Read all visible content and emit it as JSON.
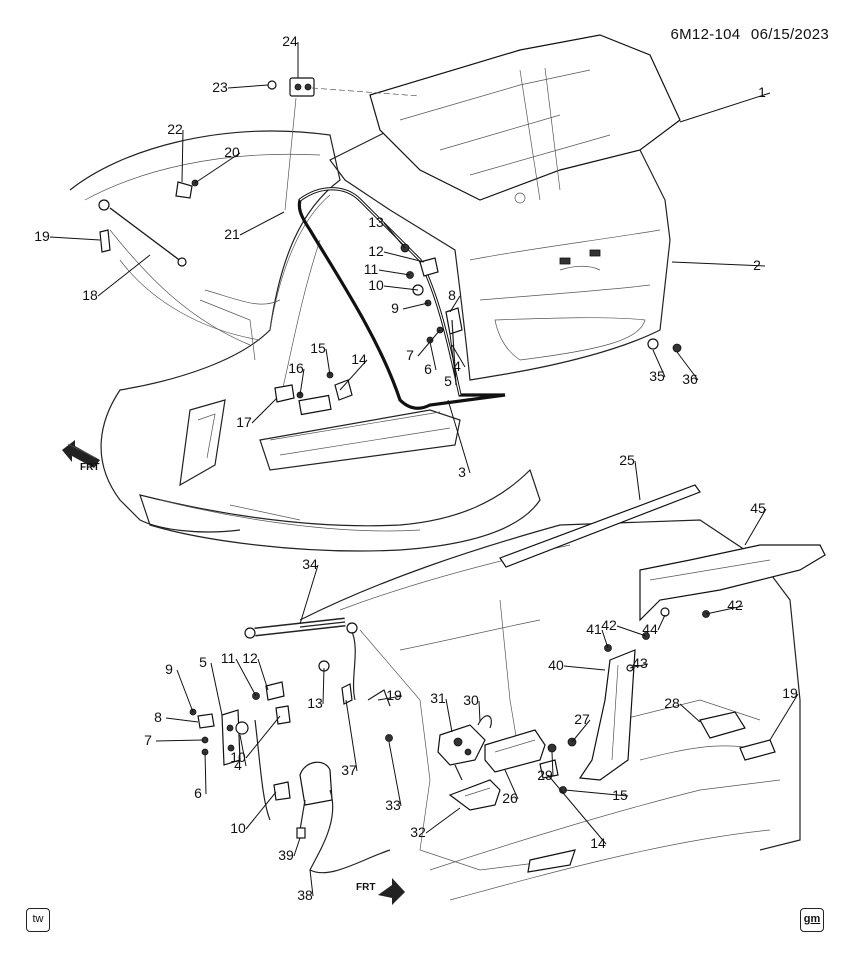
{
  "header": {
    "code": "6M12-104",
    "date": "06/15/2023"
  },
  "badges": {
    "left": "tw",
    "right": "gm"
  },
  "orientation": {
    "arrow_label": "FRT"
  },
  "callouts": [
    {
      "label": "1"
    },
    {
      "label": "2"
    },
    {
      "label": "3"
    },
    {
      "label": "4"
    },
    {
      "label": "5"
    },
    {
      "label": "6"
    },
    {
      "label": "7"
    },
    {
      "label": "8"
    },
    {
      "label": "9"
    },
    {
      "label": "10"
    },
    {
      "label": "11"
    },
    {
      "label": "12"
    },
    {
      "label": "13"
    },
    {
      "label": "14"
    },
    {
      "label": "15"
    },
    {
      "label": "16"
    },
    {
      "label": "17"
    },
    {
      "label": "18"
    },
    {
      "label": "19"
    },
    {
      "label": "20"
    },
    {
      "label": "21"
    },
    {
      "label": "22"
    },
    {
      "label": "23"
    },
    {
      "label": "24"
    },
    {
      "label": "25"
    },
    {
      "label": "5"
    },
    {
      "label": "8"
    },
    {
      "label": "9"
    },
    {
      "label": "7"
    },
    {
      "label": "6"
    },
    {
      "label": "4"
    },
    {
      "label": "10"
    },
    {
      "label": "10"
    },
    {
      "label": "11"
    },
    {
      "label": "12"
    },
    {
      "label": "13"
    },
    {
      "label": "19"
    },
    {
      "label": "34"
    },
    {
      "label": "37"
    },
    {
      "label": "33"
    },
    {
      "label": "31"
    },
    {
      "label": "30"
    },
    {
      "label": "26"
    },
    {
      "label": "29"
    },
    {
      "label": "27"
    },
    {
      "label": "32"
    },
    {
      "label": "38"
    },
    {
      "label": "39"
    },
    {
      "label": "15"
    },
    {
      "label": "14"
    },
    {
      "label": "40"
    },
    {
      "label": "41"
    },
    {
      "label": "42"
    },
    {
      "label": "42"
    },
    {
      "label": "43"
    },
    {
      "label": "44"
    },
    {
      "label": "45"
    },
    {
      "label": "28"
    },
    {
      "label": "19"
    },
    {
      "label": "35"
    },
    {
      "label": "36"
    }
  ]
}
